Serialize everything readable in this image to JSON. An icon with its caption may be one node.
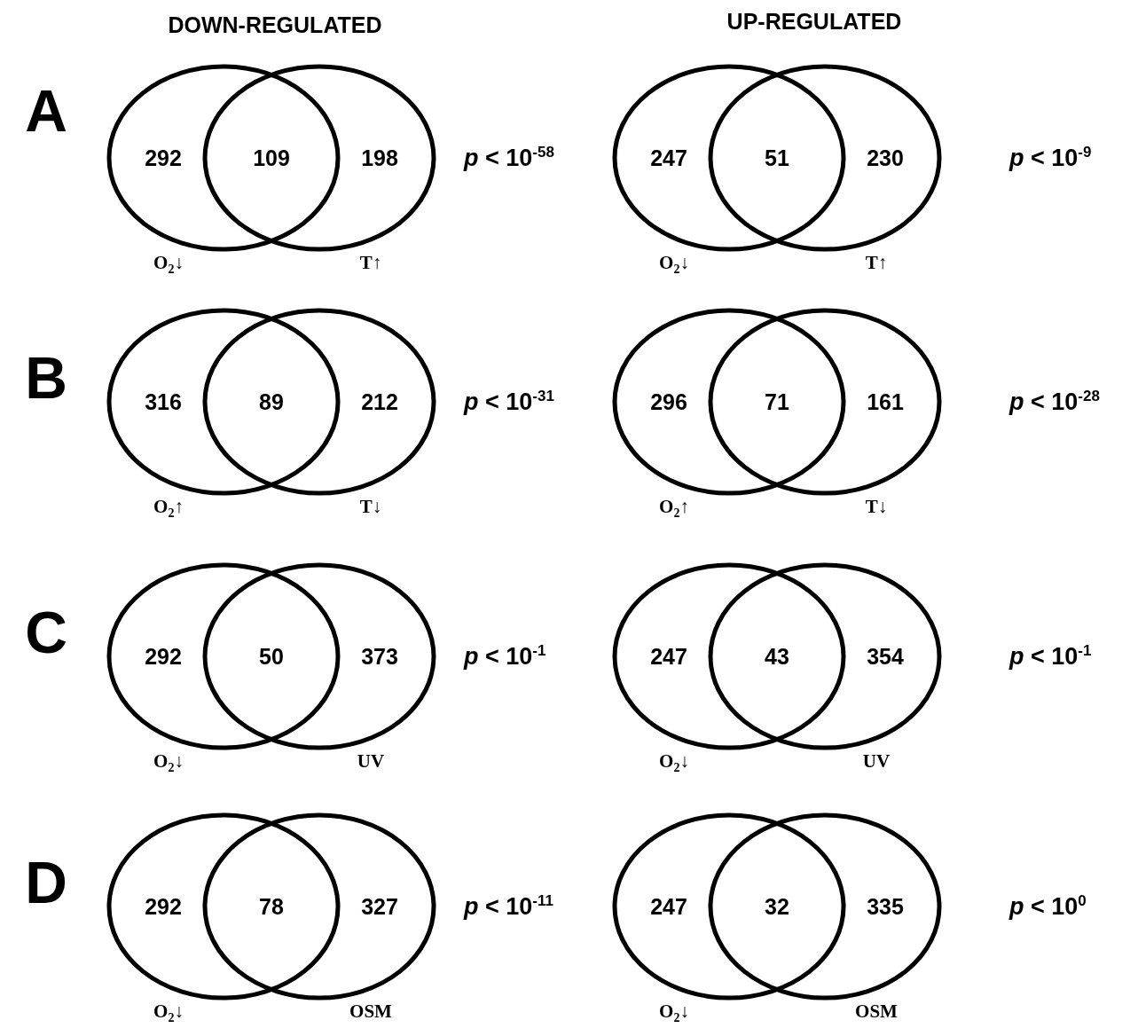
{
  "diagram": {
    "nodes": [
      {
        "text": [
          "292"
        ],
        "beside": [
          "O$_{2}$↓"
        ]
      },
      {
        "text": [
          "198"
        ],
        "beside": [
          "T↑"
        ]
      },
      {
        "text": [
          "247"
        ],
        "beside": [
          "O$_{2}$↓"
        ]
      },
      {
        "text": [
          "230"
        ],
        "beside": [
          "T↑"
        ]
      },
      {
        "text": [
          "316"
        ],
        "beside": [
          "O$_{2}$↑"
        ]
      },
      {
        "text": [
          "212"
        ],
        "beside": [
          "T↓"
        ]
      },
      {
        "text": [
          "296"
        ],
        "beside": [
          "O$_{2}$↑"
        ]
      },
      {
        "text": [
          "161"
        ],
        "beside": [
          "T↓"
        ]
      },
      {
        "text": [
          "292"
        ],
        "beside": [
          "O$_{2}$↓"
        ]
      },
      {
        "text": [
          "373"
        ],
        "beside": [
          "UV"
        ]
      },
      {
        "text": [
          "247"
        ],
        "beside": [
          "O$_{2}$↓"
        ]
      },
      {
        "text": [
          "354"
        ],
        "beside": [
          "UV"
        ]
      },
      {
        "text": [
          "292"
        ],
        "beside": [
          "O$_{2}$↓"
        ]
      },
      {
        "text": [
          "327"
        ],
        "beside": [
          "OSM"
        ]
      },
      {
        "text": [
          "247"
        ],
        "beside": [
          "O$_{2}$↓"
        ]
      },
      {
        "text": [
          "335"
        ],
        "beside": [
          "OSM"
        ]
      }
    ],
    "labels": [
      "DOWN-REGULATED",
      "UP-REGULATED",
      "A",
      "109",
      "*p* < 10$^{-58}$",
      "51",
      "*p* < 10$^{-9}$",
      "B",
      "89",
      "*p* < 10$^{-31}$",
      "71",
      "*p* < 10$^{-28}$",
      "C",
      "50",
      "*p* < 10$^{-1}$",
      "43",
      "*p* < 10$^{-1}$",
      "D",
      "78",
      "*p* < 10$^{-11}$",
      "32",
      "*p* < 10$^{0}$"
    ]
  }
}
